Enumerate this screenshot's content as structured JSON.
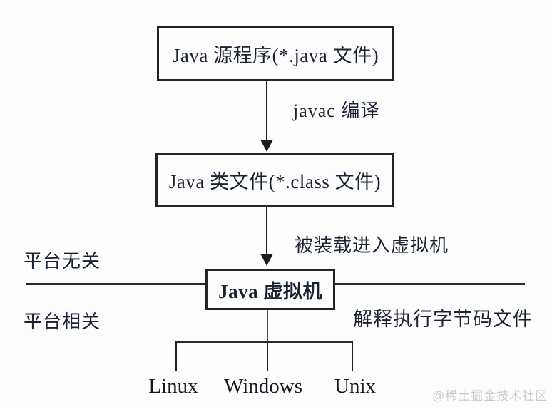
{
  "diagram": {
    "nodes": {
      "source": "Java 源程序(*.java 文件)",
      "class_file": "Java 类文件(*.class 文件)",
      "jvm": "Java 虚拟机"
    },
    "edge_labels": {
      "compile": "javac 编译",
      "load": "被装载进入虚拟机",
      "interpret": "解释执行字节码文件"
    },
    "regions": {
      "platform_independent": "平台无关",
      "platform_dependent": "平台相关"
    },
    "platforms": [
      "Linux",
      "Windows",
      "Unix"
    ],
    "colors": {
      "background": "#fdfdfd",
      "line": "#222222",
      "text": "#1b2233",
      "watermark": "#c9c9c9"
    }
  },
  "watermark": "@稀土掘金技术社区"
}
